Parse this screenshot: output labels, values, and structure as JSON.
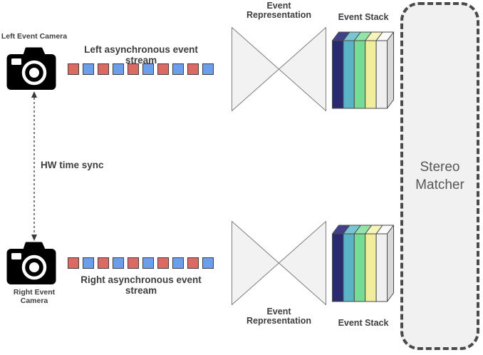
{
  "labels": {
    "left_camera": "Left Event Camera",
    "right_camera": "Right Event Camera",
    "left_stream": "Left asynchronous event stream",
    "right_stream": "Right asynchronous event stream",
    "hw_sync": "HW time sync",
    "event_representation_line1": "Event",
    "event_representation_line2": "Representation",
    "event_stack_top": "Event Stack",
    "event_stack_bottom": "Event Stack",
    "stereo_matcher_line1": "Stereo",
    "stereo_matcher_line2": "Matcher"
  },
  "streams": {
    "left": [
      "red",
      "blue",
      "red",
      "blue",
      "red",
      "blue",
      "red",
      "blue",
      "red",
      "blue"
    ],
    "right": [
      "red",
      "blue",
      "red",
      "blue",
      "red",
      "blue",
      "red",
      "blue",
      "red",
      "blue"
    ]
  },
  "colors": {
    "event_red": "#dd6963",
    "event_blue": "#6d9eeb",
    "square_border": "#3f3f3f",
    "stack_border": "#4a4a4a",
    "stack_front": [
      "#2a2a70",
      "#5ab4c5",
      "#76db94",
      "#f0ee9b",
      "#f0f0f0"
    ],
    "stack_top": [
      "#41418a",
      "#79c5d3",
      "#92e4ab",
      "#f6f4b8",
      "#fafafa"
    ],
    "stack_side": "#d8d8d8",
    "camera_icon": "#000000",
    "bowtie_fill": "#f2f2f2",
    "bowtie_stroke": "#7d7d7d",
    "arrow": "#3a3a3a"
  }
}
